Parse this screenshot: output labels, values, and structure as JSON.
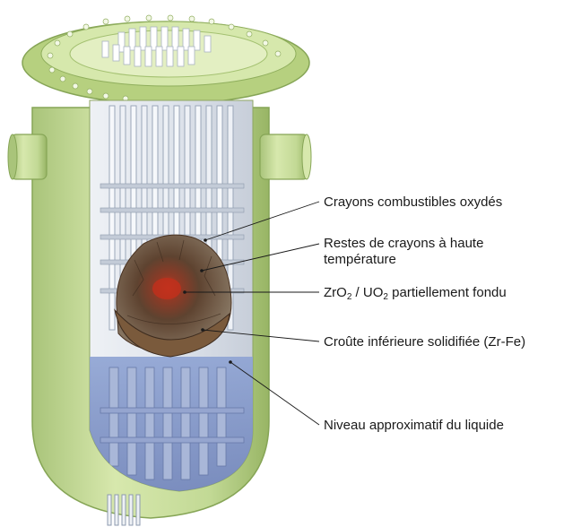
{
  "labels": {
    "oxidized_rods": "Crayons combustibles oxydés",
    "hot_remnants_line1": "Restes de crayons à haute",
    "hot_remnants_line2": "température",
    "molten_pre1": "ZrO",
    "molten_sub1": "2",
    "molten_mid": " / UO",
    "molten_sub2": "2",
    "molten_post": " partiellement fondu",
    "crust": "Croûte inférieure solidifiée (Zr-Fe)",
    "liquid_level": "Niveau approximatif du liquide"
  },
  "colors": {
    "vessel_green": "#c9dd9a",
    "vessel_dark_green": "#9ab86a",
    "internals_grey": "#d9dfe8",
    "coolant_blue": "#7f95c9",
    "debris_brown": "#6b4a32",
    "molten_core": "#c0301c"
  }
}
